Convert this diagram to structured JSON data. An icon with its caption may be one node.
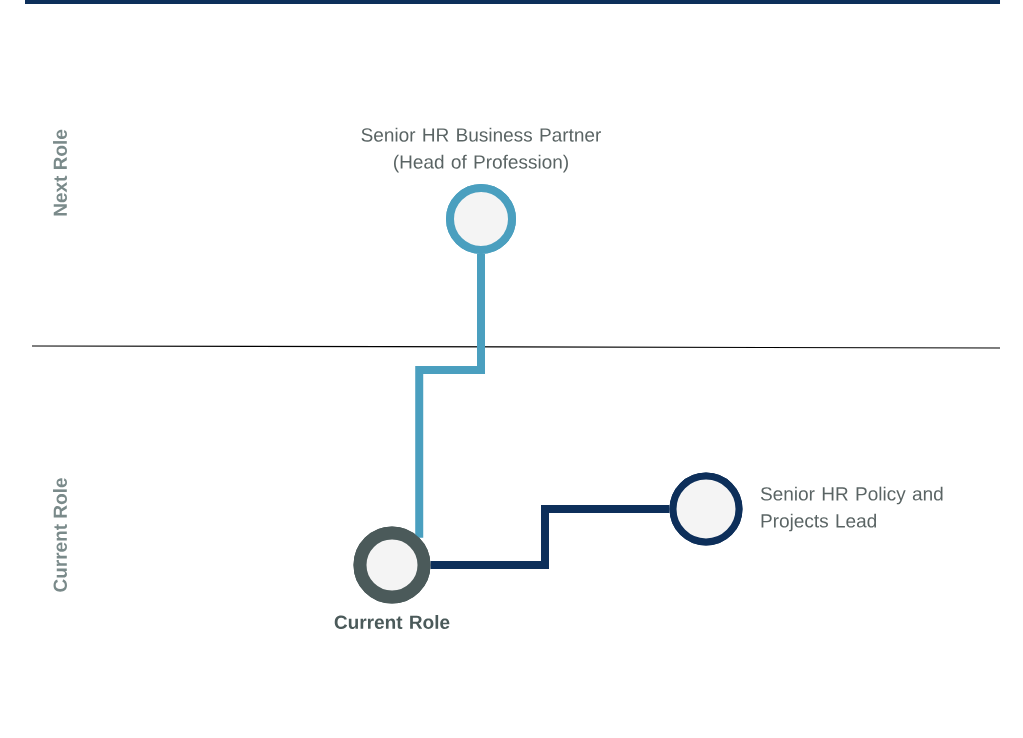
{
  "diagram": {
    "nodes": [
      {
        "text": [
          "Senior HR Business Partner (Head of Profession)"
        ]
      },
      {
        "text": [
          "Current Role"
        ]
      },
      {
        "text": [
          "Senior HR Policy and Projects Lead"
        ]
      }
    ],
    "edges": [
      {
        "from": 1,
        "to": 0,
        "arrow": "none",
        "color": "#4a9fbf"
      },
      {
        "from": 1,
        "to": 2,
        "arrow": "none",
        "color": "#0d2f5a"
      }
    ],
    "labels": [
      "Next Role",
      "Current Role"
    ]
  }
}
